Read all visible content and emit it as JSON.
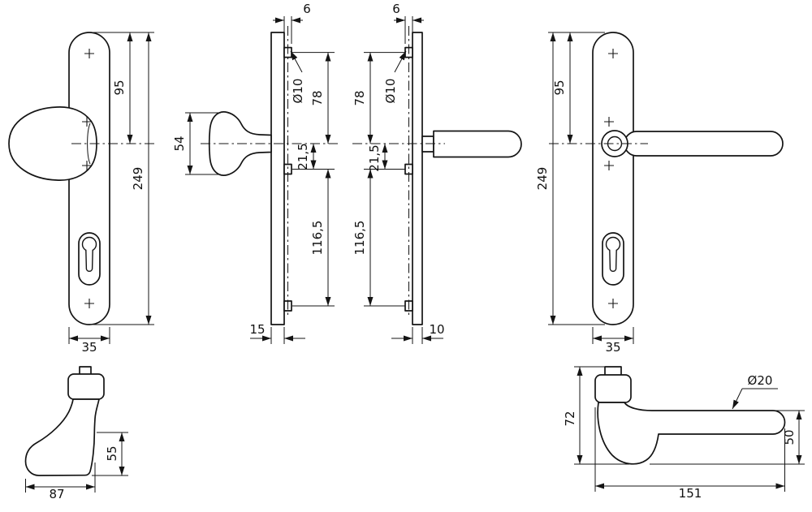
{
  "colors": {
    "background": "#ffffff",
    "line": "#141414"
  },
  "views": {
    "knob_front": {
      "dims": {
        "h95": "95",
        "h249": "249",
        "w35": "35"
      }
    },
    "knob_side": {
      "dims": {
        "t6": "6",
        "dia10": "Ø10",
        "h78": "78",
        "k54": "54",
        "h21_5": "21,5",
        "h116_5": "116,5",
        "w15": "15"
      }
    },
    "lever_side": {
      "dims": {
        "t6": "6",
        "dia10": "Ø10",
        "h78": "78",
        "h21_5": "21,5",
        "h116_5": "116,5",
        "w10": "10"
      }
    },
    "lever_front": {
      "dims": {
        "h95": "95",
        "h249": "249",
        "w35": "35"
      }
    },
    "knob_top": {
      "dims": {
        "h55": "55",
        "w87": "87"
      }
    },
    "lever_top": {
      "dims": {
        "h72": "72",
        "dia20": "Ø20",
        "h50": "50",
        "w151": "151"
      }
    }
  }
}
